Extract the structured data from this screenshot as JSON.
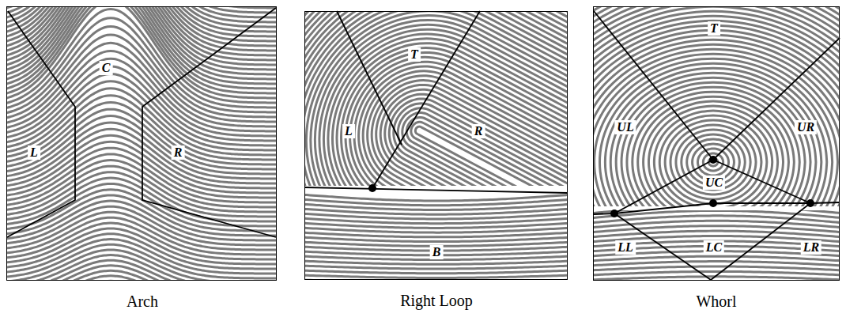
{
  "diagram": {
    "nodes": [
      {
        "text": [
          "C",
          "L",
          "R",
          "Arch"
        ]
      },
      {
        "text": [
          "T",
          "L",
          "R",
          "B",
          "Right Loop"
        ]
      },
      {
        "text": [
          "T",
          "UL",
          "UR",
          "UC",
          "LL",
          "LC",
          "LR",
          "Whorl"
        ]
      }
    ]
  }
}
